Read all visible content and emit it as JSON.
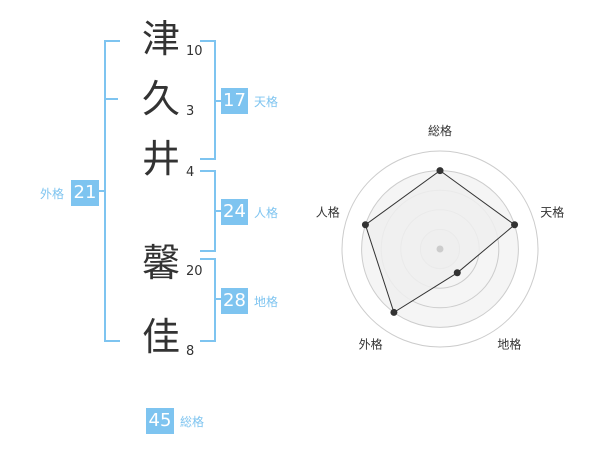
{
  "name": {
    "chars": [
      {
        "char": "津",
        "strokes": "10"
      },
      {
        "char": "久",
        "strokes": "3"
      },
      {
        "char": "井",
        "strokes": "4"
      },
      {
        "char": "馨",
        "strokes": "20"
      },
      {
        "char": "佳",
        "strokes": "8"
      }
    ]
  },
  "scores": {
    "tenkaku": {
      "value": "17",
      "label": "天格"
    },
    "jinkaku": {
      "value": "24",
      "label": "人格"
    },
    "chikaku": {
      "value": "28",
      "label": "地格"
    },
    "gaikaku": {
      "value": "21",
      "label": "外格"
    },
    "soukaku": {
      "value": "45",
      "label": "総格"
    }
  },
  "colors": {
    "accent": "#7ec4f0",
    "text": "#333333",
    "grid": "#cccccc"
  },
  "chart_data": {
    "type": "radar",
    "axes": [
      "総格",
      "天格",
      "地格",
      "外格",
      "人格"
    ],
    "values": [
      4,
      4,
      1.5,
      4,
      4
    ],
    "max": 5,
    "rings": 5,
    "grid": true
  }
}
